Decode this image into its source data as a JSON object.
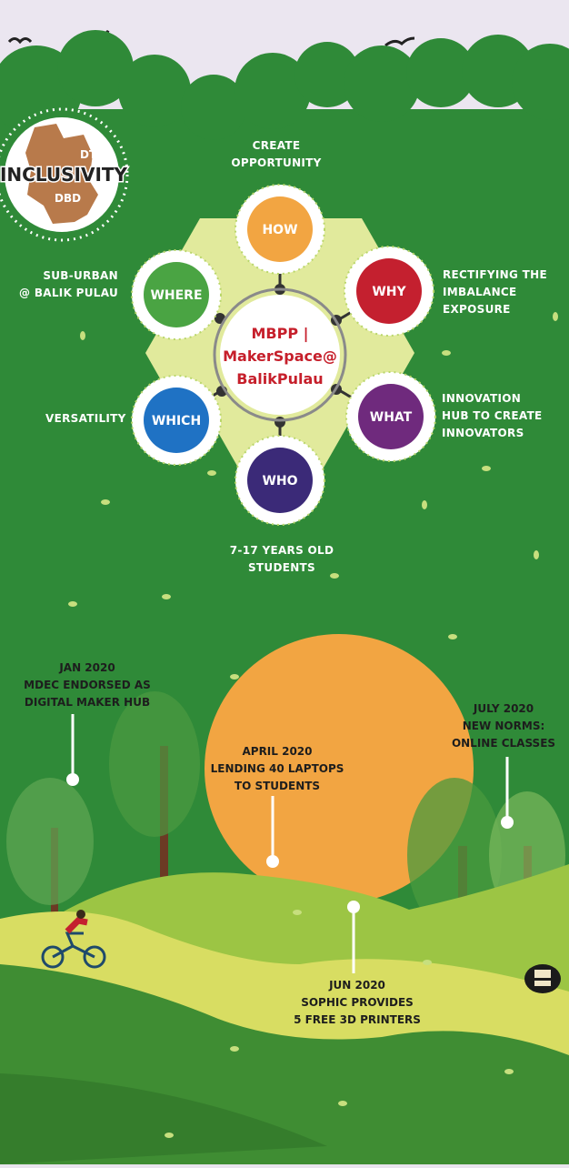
{
  "logo": {
    "top": "DTL",
    "middle": "INCLUSIVITY",
    "bottom": "DBD"
  },
  "hub": {
    "line1": "MBPP |",
    "line2": "MakerSpace@",
    "line3": "BalikPulau"
  },
  "nodes": {
    "how": {
      "label": "HOW",
      "color": "#f2a542"
    },
    "why": {
      "label": "WHY",
      "color": "#c4202f"
    },
    "what": {
      "label": "WHAT",
      "color": "#6f2a7d"
    },
    "who": {
      "label": "WHO",
      "color": "#3b2a78"
    },
    "which": {
      "label": "WHICH",
      "color": "#1f72c4"
    },
    "where": {
      "label": "WHERE",
      "color": "#4aa443"
    }
  },
  "captions": {
    "how": [
      "CREATE",
      "OPPORTUNITY"
    ],
    "why": [
      "RECTIFYING THE",
      "IMBALANCE",
      "EXPOSURE"
    ],
    "what": [
      "INNOVATION",
      "HUB TO CREATE",
      "INNOVATORS"
    ],
    "who": [
      "7-17 YEARS OLD",
      "STUDENTS"
    ],
    "which": [
      "VERSATILITY"
    ],
    "where": [
      "SUB-URBAN",
      "@ BALIK PULAU"
    ]
  },
  "timeline": [
    {
      "id": "jan",
      "lines": [
        "JAN 2020",
        "MDEC ENDORSED AS",
        "DIGITAL MAKER HUB"
      ]
    },
    {
      "id": "apr",
      "lines": [
        "APRIL 2020",
        "LENDING 40 LAPTOPS",
        "TO STUDENTS"
      ]
    },
    {
      "id": "jun",
      "lines": [
        "JUN 2020",
        "SOPHIC PROVIDES",
        "5 FREE 3D PRINTERS"
      ]
    },
    {
      "id": "jul",
      "lines": [
        "JULY 2020",
        "NEW NORMS:",
        "ONLINE CLASSES"
      ]
    }
  ],
  "colors": {
    "bg_green": "#2f8a38",
    "sun": "#f2a542",
    "hills_light": "#d8dd62",
    "hills_mid": "#9cc544",
    "hills_dark": "#3f8d33"
  }
}
